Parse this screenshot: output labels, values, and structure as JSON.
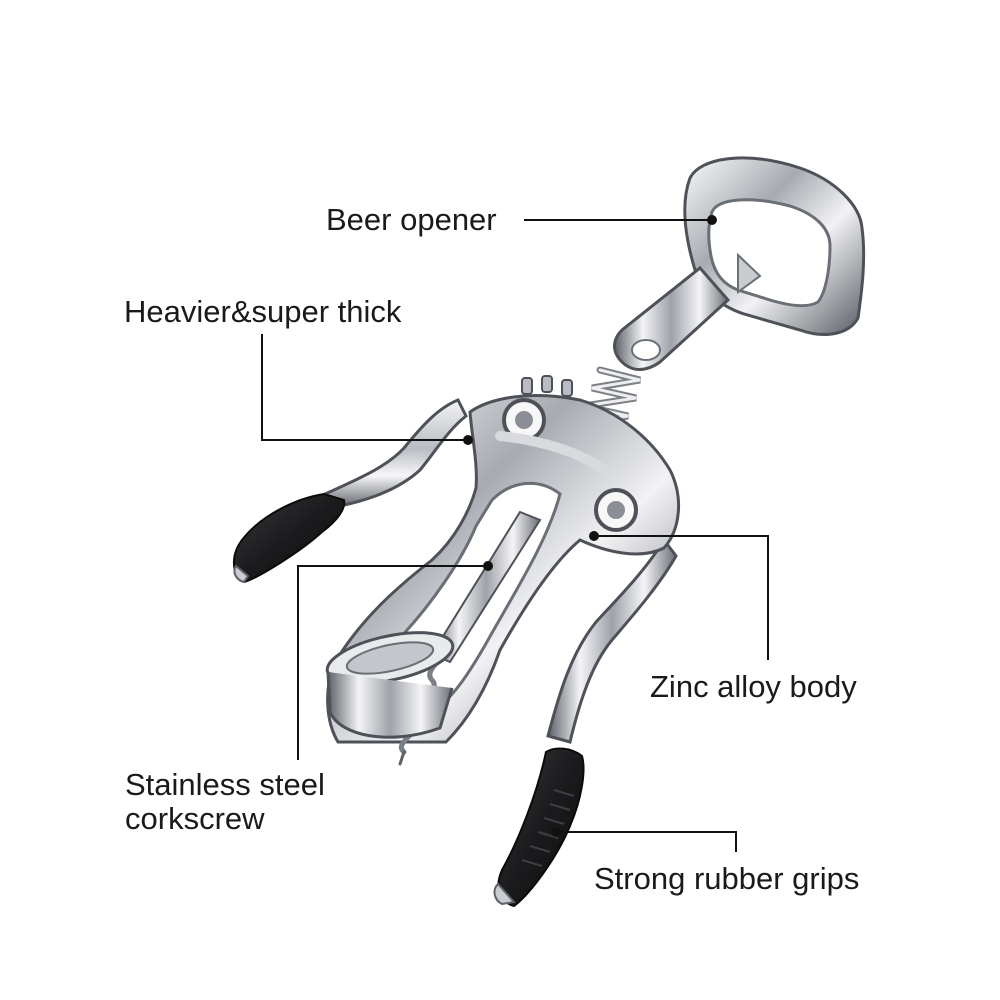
{
  "callouts": [
    {
      "id": "beer-opener",
      "text": "Beer opener"
    },
    {
      "id": "heavier",
      "text": "Heavier&super thick"
    },
    {
      "id": "zinc-body",
      "text": "Zinc alloy body"
    },
    {
      "id": "stainless",
      "lines": [
        "Stainless steel",
        "corkscrew"
      ]
    },
    {
      "id": "grips",
      "text": "Strong rubber grips"
    }
  ],
  "colors": {
    "background": "#ffffff",
    "metal_light": "#f4f4f6",
    "metal_mid": "#b9bcc2",
    "metal_dark": "#5d6168",
    "rubber": "#202022",
    "leader_line": "#111111",
    "label_text": "#1a1a1a"
  }
}
